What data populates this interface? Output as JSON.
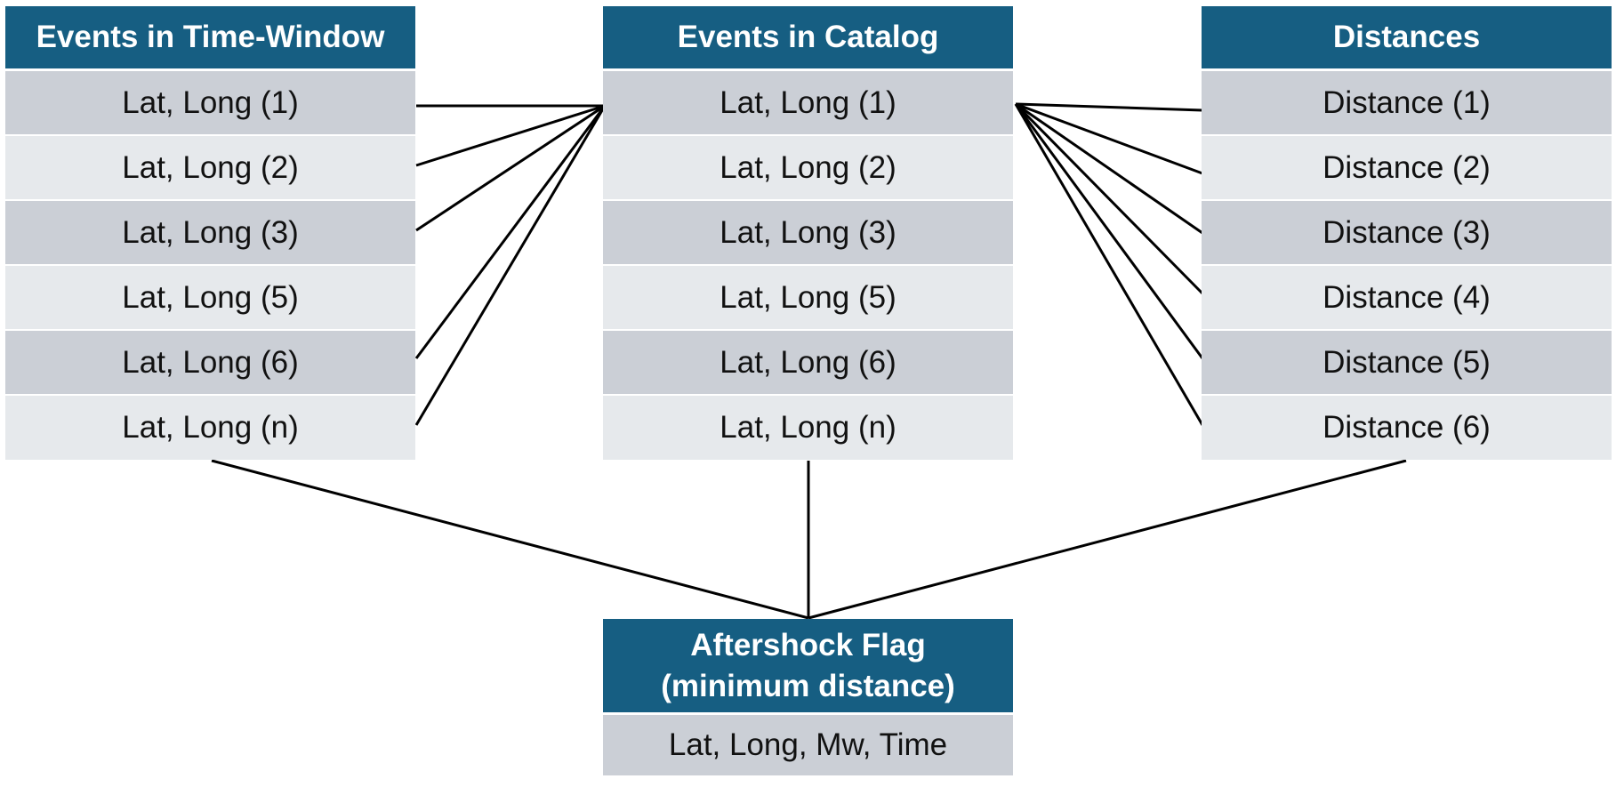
{
  "tables": {
    "time_window": {
      "title": "Events in Time-Window",
      "rows": [
        "Lat, Long (1)",
        "Lat, Long (2)",
        "Lat, Long (3)",
        "Lat, Long (5)",
        "Lat, Long (6)",
        "Lat, Long (n)"
      ]
    },
    "catalog": {
      "title": "Events in Catalog",
      "rows": [
        "Lat, Long (1)",
        "Lat, Long (2)",
        "Lat, Long (3)",
        "Lat, Long (5)",
        "Lat, Long (6)",
        "Lat, Long (n)"
      ]
    },
    "distances": {
      "title": "Distances",
      "rows": [
        "Distance (1)",
        "Distance (2)",
        "Distance (3)",
        "Distance (4)",
        "Distance (5)",
        "Distance (6)"
      ]
    },
    "aftershock": {
      "title_line1": "Aftershock Flag",
      "title_line2": "(minimum distance)",
      "row": "Lat, Long, Mw, Time"
    }
  },
  "colors": {
    "header": "#165e82",
    "row_dark": "#cbcfd6",
    "row_light": "#e6e9ec",
    "line": "#000000"
  }
}
